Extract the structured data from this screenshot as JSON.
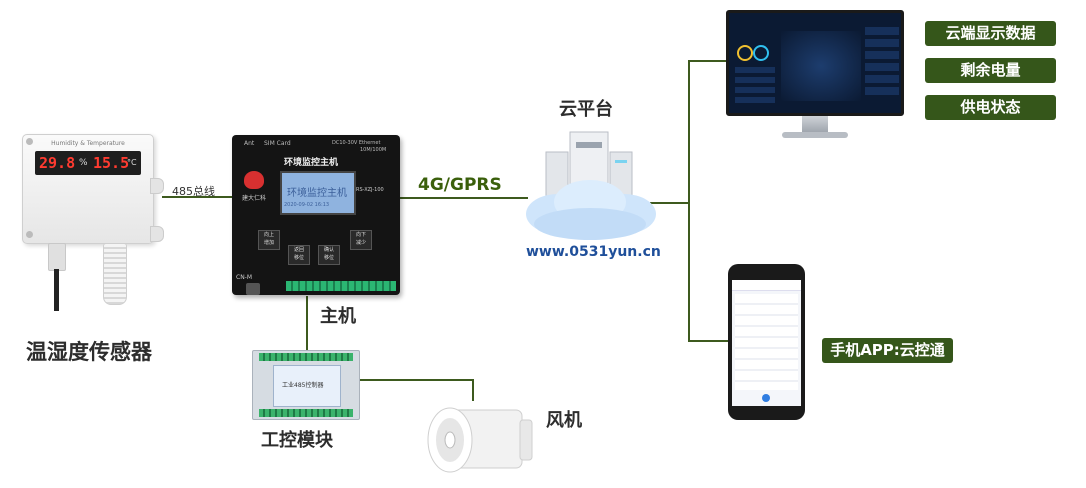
{
  "sensor": {
    "label": "温湿度传感器",
    "header": "Humidity & Temperature",
    "humidity": "29.8",
    "humidity_unit": "%",
    "temperature": "15.5",
    "temperature_unit": "°C"
  },
  "bus_label": "485总线",
  "host": {
    "label": "主机",
    "top_left": "Ant",
    "top_mid": "SIM Card",
    "top_right": "DC10-30V  Ethernet",
    "top_right2": "10M/100M",
    "title": "环境监控主机",
    "brand": "建大仁科",
    "screen_title": "环境监控主机",
    "screen_date": "2020-09-02 16:13",
    "model": "RS-XZJ-100",
    "btn_up": "向上",
    "btn_up2": "增加",
    "btn_back": "返回",
    "btn_back2": "移位",
    "btn_ok": "确认",
    "btn_ok2": "移位",
    "btn_down": "向下",
    "btn_down2": "减少",
    "cn_label": "CN-M"
  },
  "link_label": "4G/GPRS",
  "cloud": {
    "label": "云平台",
    "url": "www.0531yun.cn"
  },
  "features": [
    "云端显示数据",
    "剩余电量",
    "供电状态"
  ],
  "app_label": "手机APP:云控通",
  "module": {
    "label": "工控模块",
    "inner": "工业485控制器"
  },
  "fan_label": "风机",
  "colors": {
    "accent": "#35561a",
    "line": "#3d5a1e",
    "cloud_text": "#1f4f9a"
  }
}
